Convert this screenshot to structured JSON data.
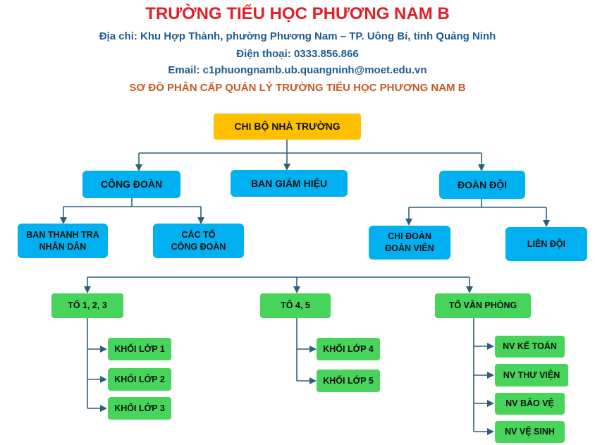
{
  "header": {
    "school_name": "TRƯỜNG TIỂU HỌC PHƯƠNG NAM B",
    "address": "Địa chỉ: Khu Hợp Thành, phường Phương Nam – TP. Uông Bí, tỉnh Quảng Ninh",
    "phone": "Điện thoại: 0333.856.866",
    "email": "Email: c1phuongnamb.ub.quangninh@moet.edu.vn",
    "chart_title": "SƠ ĐỒ PHÂN CẤP QUẢN LÝ TRƯỜNG TIỂU HỌC PHƯƠNG NAM B"
  },
  "org": {
    "root": "CHI BỘ NHÀ TRƯỜNG",
    "cong_doan": "CÔNG ĐOÀN",
    "ban_giam_hieu": "BAN GIÁM HIỆU",
    "doan_doi": "ĐOÀN ĐỘI",
    "ban_thanh_tra": [
      "BAN THANH TRA",
      "NHÂN DÂN"
    ],
    "cac_to_cong_doan": [
      "CÁC TỔ",
      "CÔNG ĐOÀN"
    ],
    "chi_doan": [
      "CHI ĐOÀN",
      "ĐOÀN VIÊN"
    ],
    "lien_doi": "LIÊN ĐỘI",
    "to_123": "TỔ 1, 2, 3",
    "to_45": "TỔ 4, 5",
    "to_van_phong": "TỔ VĂN PHÒNG",
    "khoi_lop_1": "KHỐI LỚP 1",
    "khoi_lop_2": "KHỐI LỚP 2",
    "khoi_lop_3": "KHỐI LỚP 3",
    "khoi_lop_4": "KHỐI LỚP 4",
    "khoi_lop_5": "KHỐI LỚP 5",
    "nv_ke_toan": "NV KẾ TOÁN",
    "nv_thu_vien": "NV THƯ VIỆN",
    "nv_bao_ve": "NV BẢO VỆ",
    "nv_ve_sinh": "NV VỆ SINH"
  },
  "colors": {
    "root": "#ffc000",
    "management": "#00b0f0",
    "groups": "#47d45a",
    "connector": "#2e5f7a",
    "title_red": "#e41e26",
    "info_blue": "#1f5c8e",
    "subtitle_orange": "#c65a1e"
  }
}
